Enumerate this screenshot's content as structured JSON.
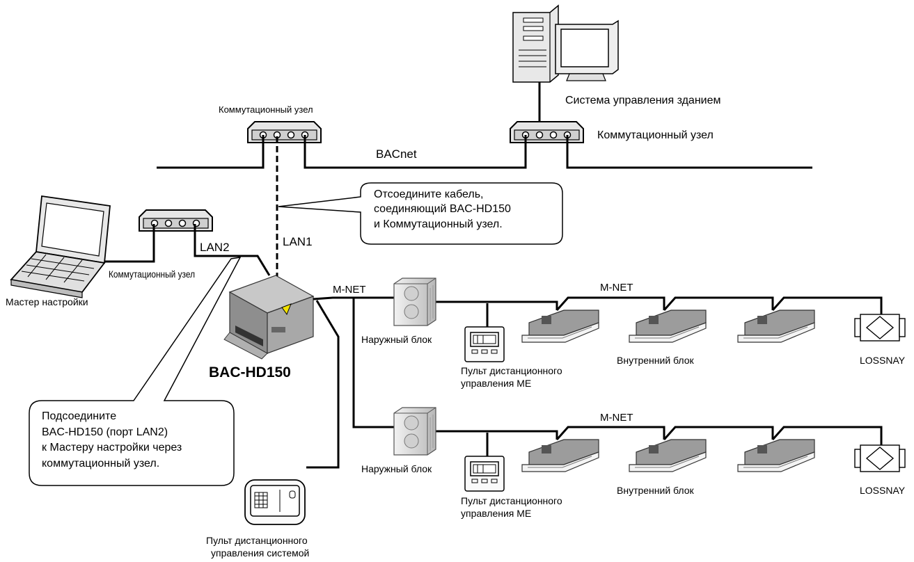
{
  "labels": {
    "bms": "Система управления зданием",
    "hub_top_left": "Коммутационный узел",
    "hub_top_right": "Коммутационный узел",
    "bacnet": "BACnet",
    "hub_lan2": "Коммутационный узел",
    "lan2": "LAN2",
    "lan1": "LAN1",
    "setup_master": "Мастер настройки",
    "controller": "BAC-HD150",
    "mnet_main": "M-NET",
    "mnet_row1": "M-NET",
    "mnet_row2": "M-NET",
    "outdoor_1": "Наружный блок",
    "outdoor_2": "Наружный блок",
    "indoor_1": "Внутренний блок",
    "indoor_2": "Внутренний блок",
    "lossnay_1": "LOSSNAY",
    "lossnay_2": "LOSSNAY",
    "me_remote_1a": "Пульт дистанционного",
    "me_remote_1b": "управления ME",
    "me_remote_2a": "Пульт дистанционного",
    "me_remote_2b": "управления ME",
    "sys_remote_a": "Пульт дистанционного",
    "sys_remote_b": "управления системой"
  },
  "callouts": {
    "disconnect": [
      "Отсоедините кабель,",
      "соединяющий BAC-HD150",
      "и Коммутационный узел."
    ],
    "connect": [
      "Подсоедините",
      "BAC-HD150 (порт LAN2)",
      "к Мастеру настройки через",
      "коммутационный узел."
    ]
  }
}
